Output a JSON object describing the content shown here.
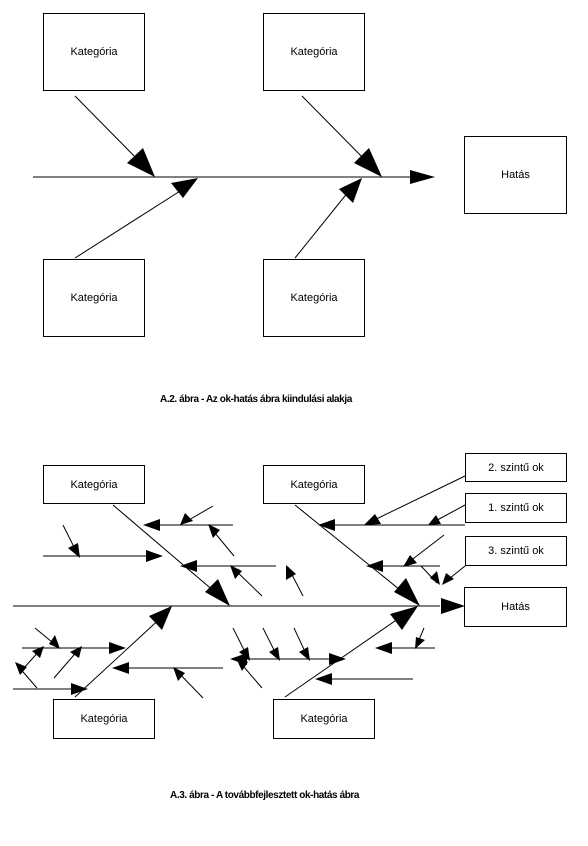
{
  "diagram1": {
    "category_label": "Kategória",
    "effect_label": "Hatás",
    "caption": "A.2. ábra - Az ok-hatás ábra kiindulási alakja"
  },
  "diagram2": {
    "category_label": "Kategória",
    "effect_label": "Hatás",
    "level2_label": "2. szintű ok",
    "level1_label": "1. szintű ok",
    "level3_label": "3. szintű ok",
    "caption": "A.3. ábra - A továbbfejlesztett  ok-hatás ábra"
  }
}
